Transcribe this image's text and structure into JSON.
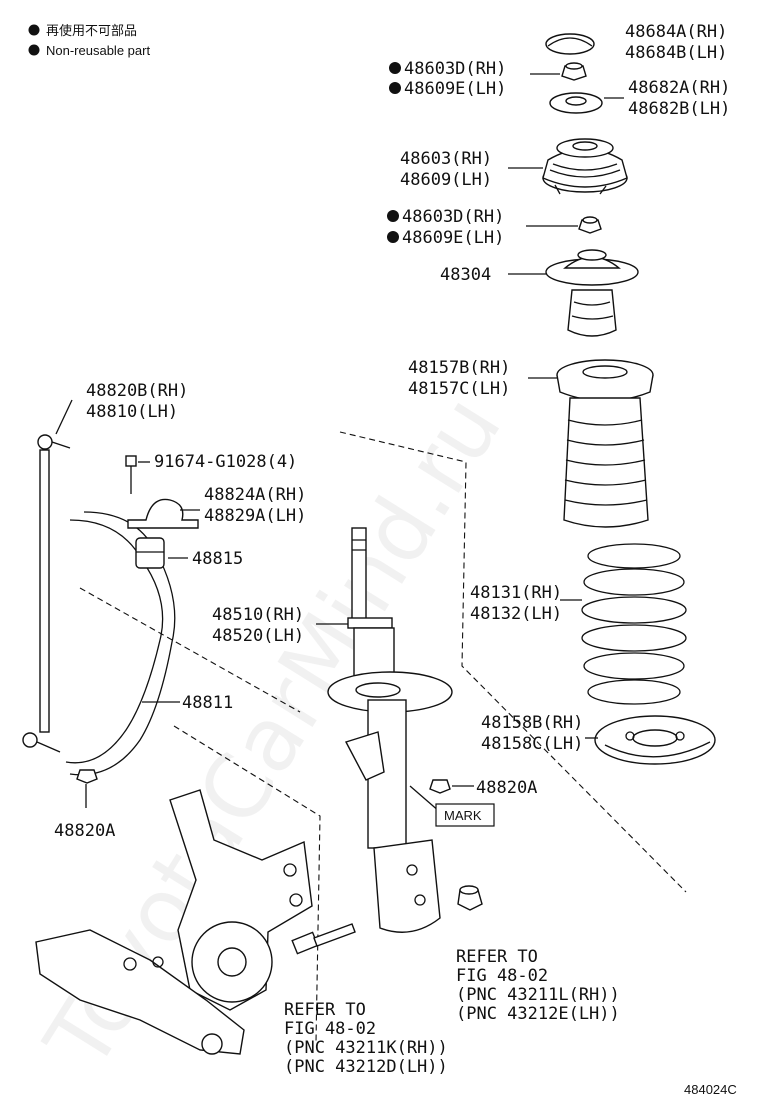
{
  "legend": {
    "line1": "再使用不可部品",
    "line2": "Non-reusable part"
  },
  "watermark": "ToyotaCarMind.ru",
  "diagram_code": "484024C",
  "mark_label": "MARK",
  "labels": {
    "p48684a": "48684A(RH)",
    "p48684b": "48684B(LH)",
    "p48603d_top": "48603D(RH)",
    "p48609e_top": "48609E(LH)",
    "p48682a": "48682A(RH)",
    "p48682b": "48682B(LH)",
    "p48603": "48603(RH)",
    "p48609": "48609(LH)",
    "p48603d_mid": "48603D(RH)",
    "p48609e_mid": "48609E(LH)",
    "p48304": "48304",
    "p48157b": "48157B(RH)",
    "p48157c": "48157C(LH)",
    "p48820b": "48820B(RH)",
    "p48810": "48810(LH)",
    "p91674": "91674-G1028(4)",
    "p48824a": "48824A(RH)",
    "p48829a": "48829A(LH)",
    "p48815": "48815",
    "p48510": "48510(RH)",
    "p48520": "48520(LH)",
    "p48131": "48131(RH)",
    "p48132": "48132(LH)",
    "p48811": "48811",
    "p48158b": "48158B(RH)",
    "p48158c": "48158C(LH)",
    "p48820a_right": "48820A",
    "p48820a_left": "48820A"
  },
  "refer_right": {
    "l1": "REFER TO",
    "l2": "FIG 48-02",
    "l3": "(PNC 43211L(RH))",
    "l4": "(PNC 43212E(LH))"
  },
  "refer_left": {
    "l1": "REFER TO",
    "l2": "FIG 48-02",
    "l3": "(PNC 43211K(RH))",
    "l4": "(PNC 43212D(LH))"
  },
  "non_reusable_markers": [
    "48603D(RH)",
    "48609E(LH)"
  ]
}
